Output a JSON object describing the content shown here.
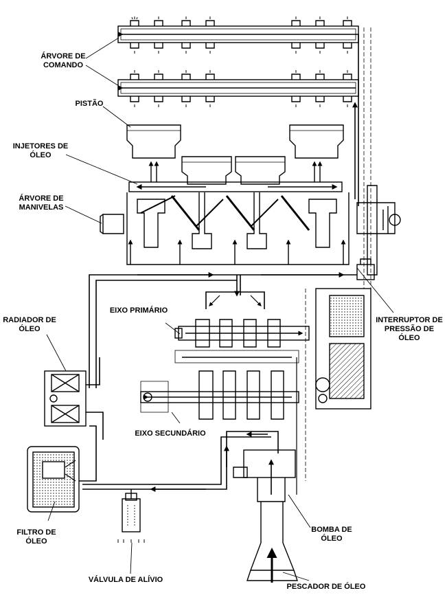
{
  "labels": {
    "camshaft": [
      "ÁRVORE DE",
      "COMANDO"
    ],
    "piston": "PISTÃO",
    "oil_jets": [
      "INJETORES DE",
      "ÓLEO"
    ],
    "crankshaft": [
      "ÁRVORE DE",
      "MANIVELAS"
    ],
    "oil_cooler": [
      "RADIADOR DE",
      "ÓLEO"
    ],
    "main_shaft": "EIXO PRIMÁRIO",
    "pressure_switch": [
      "INTERRUPTOR DE",
      "PRESSÃO DE",
      "ÓLEO"
    ],
    "countershaft": "EIXO SECUNDÁRIO",
    "oil_filter": [
      "FILTRO DE",
      "ÓLEO"
    ],
    "oil_pump": [
      "BOMBA DE",
      "ÓLEO"
    ],
    "relief_valve": "VÁLVULA DE ALÍVIO",
    "strainer": "PESCADOR DE ÓLEO"
  }
}
